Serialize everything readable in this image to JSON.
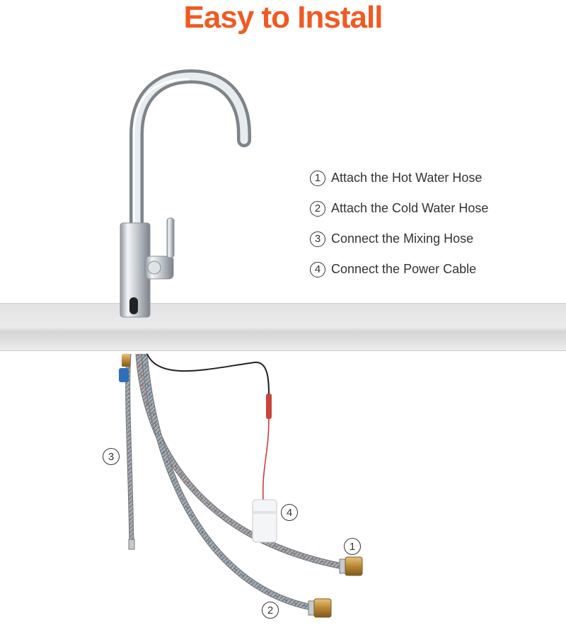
{
  "title": "Easy to Install",
  "colors": {
    "title": "#f05a22",
    "chrome": "#cfd3d7",
    "counter": "#e6e6e6",
    "hot": "#c9443b",
    "cold": "#2d6fbd"
  },
  "steps": [
    {
      "num": "1",
      "text": "Attach the Hot Water Hose"
    },
    {
      "num": "2",
      "text": "Attach the Cold Water Hose"
    },
    {
      "num": "3",
      "text": "Connect the Mixing Hose"
    },
    {
      "num": "4",
      "text": "Connect the Power Cable"
    }
  ],
  "callouts": {
    "hot": "1",
    "cold": "2",
    "mixing": "3",
    "power": "4"
  },
  "icons": {
    "faucet": "faucet-icon",
    "battery_box": "battery-box-icon"
  }
}
